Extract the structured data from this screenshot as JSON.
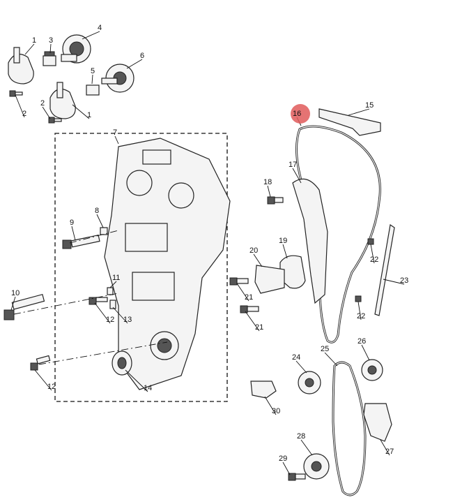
{
  "diagram": {
    "title": "Timing chain and front cover exploded view",
    "callouts": [
      "1",
      "2",
      "3",
      "4",
      "5",
      "6",
      "2",
      "1",
      "7",
      "8",
      "9",
      "10",
      "11",
      "12",
      "13",
      "12",
      "14",
      "15",
      "16",
      "17",
      "18",
      "19",
      "20",
      "21",
      "21",
      "22",
      "22",
      "23",
      "24",
      "25",
      "26",
      "27",
      "28",
      "29",
      "30"
    ],
    "highlight_color": "#e05a5a",
    "highlighted_callout": "16"
  }
}
